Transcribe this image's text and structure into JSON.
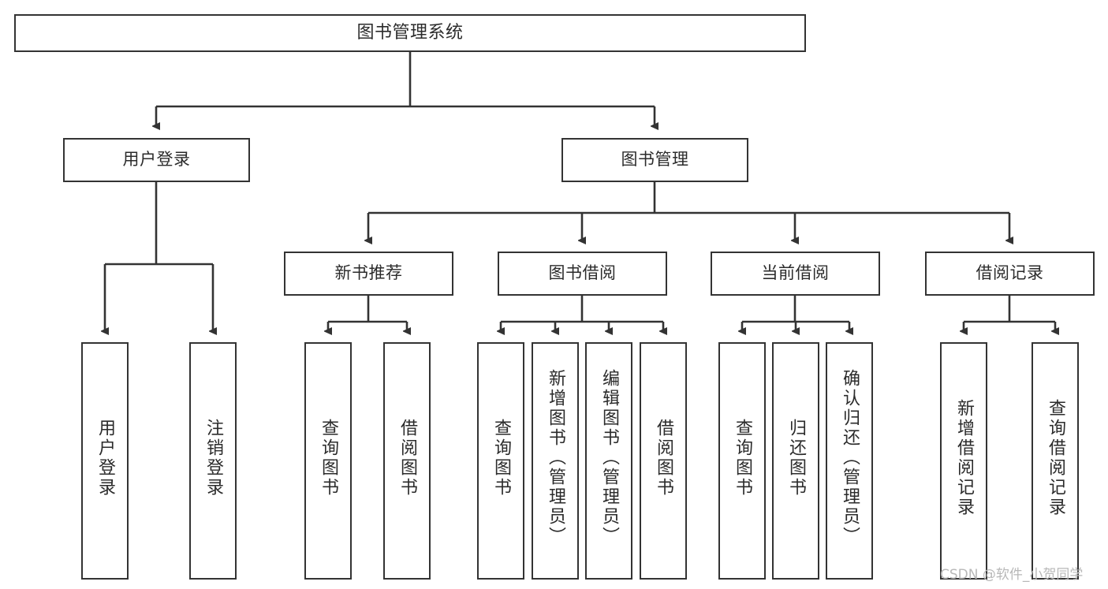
{
  "diagram": {
    "title": "图书管理系统",
    "watermark": "CSDN @软件_小贺同学",
    "colors": {
      "background": "#ffffff",
      "node_border": "#333333",
      "node_fill": "#ffffff",
      "edge": "#333333",
      "text": "#2b2b2b",
      "watermark": "#b8b8b8"
    }
  },
  "nodes": {
    "root": {
      "label": "图书管理系统"
    },
    "level2": [
      {
        "label": "用户登录"
      },
      {
        "label": "图书管理"
      }
    ],
    "level3": [
      {
        "label": "新书推荐"
      },
      {
        "label": "图书借阅"
      },
      {
        "label": "当前借阅"
      },
      {
        "label": "借阅记录"
      }
    ],
    "leaves": {
      "user_login": [
        {
          "label": "用户登录"
        },
        {
          "label": "注销登录"
        }
      ],
      "new_book": [
        {
          "label": "查询图书"
        },
        {
          "label": "借阅图书"
        }
      ],
      "borrow_book": [
        {
          "label": "查询图书"
        },
        {
          "label": "新增图书（管理员）"
        },
        {
          "label": "编辑图书（管理员）"
        },
        {
          "label": "借阅图书"
        }
      ],
      "current_borrow": [
        {
          "label": "查询图书"
        },
        {
          "label": "归还图书"
        },
        {
          "label": "确认归还（管理员）"
        }
      ],
      "borrow_record": [
        {
          "label": "新增借阅记录"
        },
        {
          "label": "查询借阅记录"
        }
      ]
    }
  }
}
